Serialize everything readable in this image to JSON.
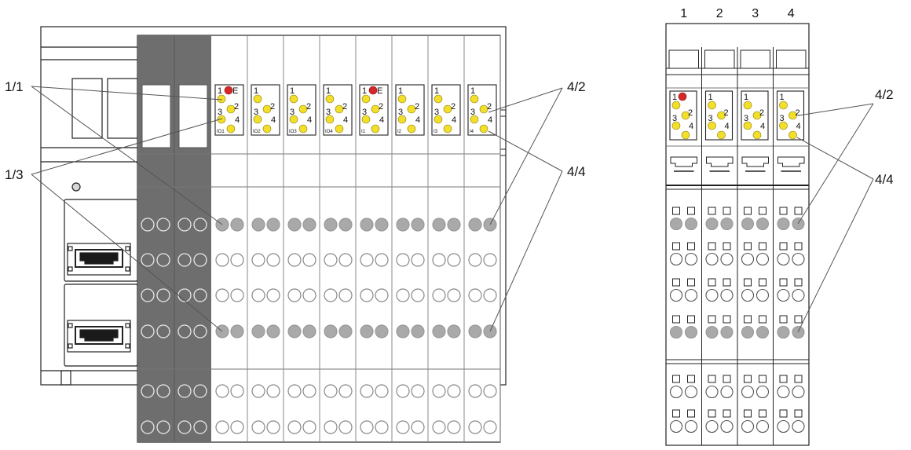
{
  "callouts": {
    "left_1_1": "1/1",
    "left_1_3": "1/3",
    "left_4_2": "4/2",
    "left_4_4": "4/4",
    "right_4_2": "4/2",
    "right_4_4": "4/4"
  },
  "right_module": {
    "column_labels": [
      "1",
      "2",
      "3",
      "4"
    ]
  },
  "left_module": {
    "led_panels": [
      {
        "numbers": [
          "1",
          "2",
          "3",
          "4"
        ],
        "marker": "E",
        "has_red_led": true,
        "footer": "IO1"
      },
      {
        "numbers": [
          "1",
          "2",
          "3",
          "4"
        ],
        "marker": "",
        "has_red_led": false,
        "footer": "IO2"
      },
      {
        "numbers": [
          "1",
          "2",
          "3",
          "4"
        ],
        "marker": "",
        "has_red_led": false,
        "footer": "IO3"
      },
      {
        "numbers": [
          "1",
          "2",
          "3",
          "4"
        ],
        "marker": "",
        "has_red_led": false,
        "footer": "IO4"
      },
      {
        "numbers": [
          "1",
          "2",
          "3",
          "4"
        ],
        "marker": "E",
        "has_red_led": true,
        "footer": "I1"
      },
      {
        "numbers": [
          "1",
          "2",
          "3",
          "4"
        ],
        "marker": "",
        "has_red_led": false,
        "footer": "I2"
      },
      {
        "numbers": [
          "1",
          "2",
          "3",
          "4"
        ],
        "marker": "",
        "has_red_led": false,
        "footer": "I3"
      },
      {
        "numbers": [
          "1",
          "2",
          "3",
          "4"
        ],
        "marker": "",
        "has_red_led": false,
        "footer": "I4"
      }
    ]
  },
  "colors": {
    "line": "#222222",
    "led_yellow": "#f2df2a",
    "led_red": "#d62828",
    "dark_panel": "#6e6e6e",
    "connector_gray": "#a9a9a9"
  }
}
